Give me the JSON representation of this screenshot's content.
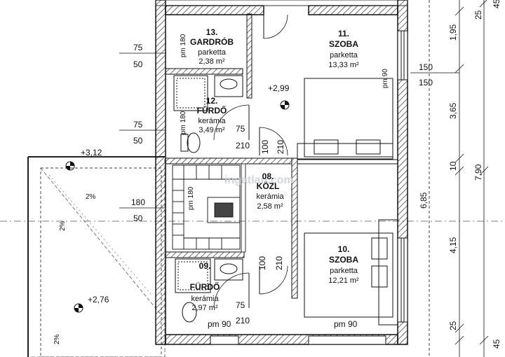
{
  "rooms": [
    {
      "no": "13.",
      "name": "GARDRÓB",
      "floor": "parketta",
      "area": "2,38 m²"
    },
    {
      "no": "12.",
      "name": "FÜRDŐ",
      "floor": "kerámia",
      "area": "3,49 m²"
    },
    {
      "no": "11.",
      "name": "SZOBA",
      "floor": "parketta",
      "area": "13,33 m²"
    },
    {
      "no": "08.",
      "name": "KÖZL",
      "floor": "kerámia",
      "area": "2,58 m²"
    },
    {
      "no": "10.",
      "name": "SZOBA",
      "floor": "parketta",
      "area": "12,21 m²"
    },
    {
      "no": "09.",
      "name": "FÜRDŐ",
      "floor": "kerámia",
      "area": "2,97 m²"
    }
  ],
  "elevations": [
    "+2,99",
    "+3,12",
    "+2,76"
  ],
  "slopes": [
    "2%",
    "2%",
    "2%"
  ],
  "left_openings": [
    {
      "w": "75",
      "h": "50"
    },
    {
      "w": "75",
      "h": "50"
    },
    {
      "w": "180",
      "h": "50"
    }
  ],
  "window_right": {
    "w": "150",
    "h": "150"
  },
  "door_labels": {
    "a_w": "75",
    "a_h": "210",
    "b_w": "100",
    "b_h": "210",
    "c_w": "100",
    "c_h": "210",
    "d_w": "75",
    "d_h": "210"
  },
  "parapets": [
    "pm 180",
    "pm 180",
    "pm 90",
    "pm 90",
    "pm 90",
    "pm 180"
  ],
  "right_dims": [
    "1,95",
    "3,65",
    "10",
    "4,15",
    "25",
    "6,85",
    "7,90",
    "25",
    "45",
    "45"
  ],
  "watermark": "ingatlan.com"
}
